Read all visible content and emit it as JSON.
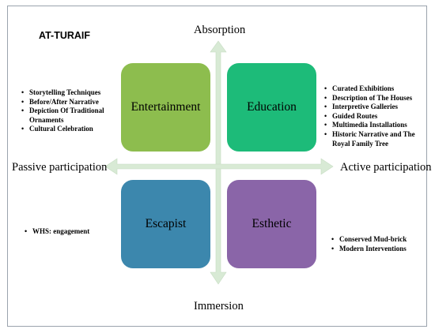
{
  "title": "AT-TURAIF",
  "axes": {
    "top": "Absorption",
    "bottom": "Immersion",
    "left": "Passive participation",
    "right": "Active participation"
  },
  "quadrants": {
    "top_left": {
      "label": "Entertainment",
      "color": "#8dbd4e"
    },
    "top_right": {
      "label": "Education",
      "color": "#1dbb79"
    },
    "bottom_left": {
      "label": "Escapist",
      "color": "#3c87ad"
    },
    "bottom_right": {
      "label": "Esthetic",
      "color": "#8a65a8"
    }
  },
  "lists": {
    "entertainment": [
      "Storytelling Techniques",
      "Before/After Narrative",
      "Depiction Of Traditional Ornaments",
      "Cultural Celebration"
    ],
    "education": [
      "Curated Exhibitions",
      "Description of The Houses",
      "Interpretive Galleries",
      "Guided Routes",
      "Multimedia Installations",
      "Historic Narrative and The Royal Family Tree"
    ],
    "escapist": [
      "WHS: engagement"
    ],
    "esthetic": [
      "Conserved Mud-brick",
      "Modern Interventions"
    ]
  },
  "arrow_color": "#d8ead5"
}
